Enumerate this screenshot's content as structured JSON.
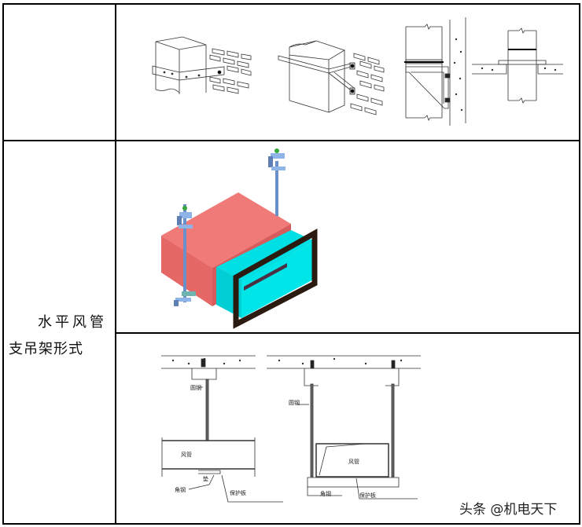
{
  "table": {
    "rows": [
      {
        "label": "",
        "figures": [
          {
            "name": "duct-clamp-on-brick-wall",
            "description": "Duct with strap clamp bolted to brick wall"
          },
          {
            "name": "duct-bracket-on-brick-wall",
            "description": "Duct on angle bracket supported by diagonal brace on brick wall"
          },
          {
            "name": "duct-triangular-bracket-section",
            "description": "Section of duct on triangular steel bracket bolted to concrete wall"
          },
          {
            "name": "duct-through-floor-section",
            "description": "Section of duct passing through concrete floor slab with support flange"
          }
        ]
      },
      {
        "label": "",
        "figures": [
          {
            "name": "horizontal-duct-3d-hanger",
            "description": "3D view of rectangular duct (red) with flange opening (cyan) hung by two threaded rods",
            "colors": {
              "duct_top": "#f07a78",
              "duct_side": "#e56866",
              "duct_front": "#d85c5c",
              "opening": "#00e5e8",
              "opening_inner": "#00c8cc",
              "flange": "#2a1a10",
              "rod": "#6b8fc9",
              "bracket": "#8fb4e8",
              "nut": "#3aa540"
            }
          }
        ]
      },
      {
        "label_line1": "水平风管",
        "label_line2": "支吊架形式",
        "figures": [
          {
            "name": "single-rod-hanger-section",
            "labels": {
              "rod": "圆钢",
              "duct": "风管",
              "pad": "垫",
              "angle": "角钢",
              "plate": "保护板"
            }
          },
          {
            "name": "double-rod-hanger-section",
            "labels": {
              "rod": "圆钢",
              "duct": "风管",
              "angle": "角钢",
              "plate": "保护板"
            }
          }
        ]
      }
    ]
  },
  "watermark": "头条 @机电天下"
}
